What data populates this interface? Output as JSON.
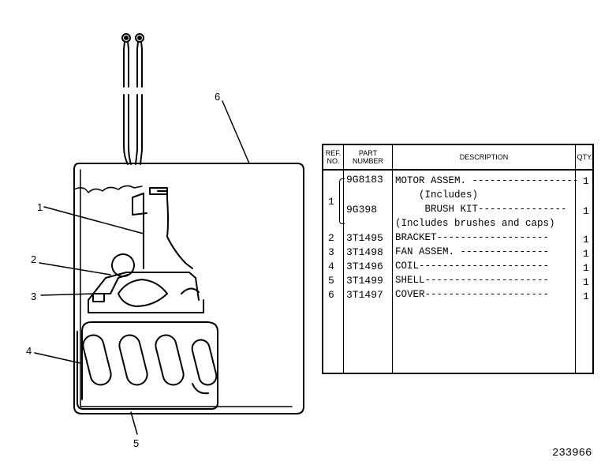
{
  "callouts": [
    "1",
    "2",
    "3",
    "4",
    "5",
    "6"
  ],
  "table": {
    "headers": {
      "ref_no": [
        "REF.",
        "NO."
      ],
      "part_number": [
        "PART",
        "NUMBER"
      ],
      "description": "DESCRIPTION",
      "qty": "QTY."
    },
    "rows": [
      {
        "ref": "",
        "part": "9G8183",
        "desc": "MOTOR ASSEM. ------------------",
        "qty": "1"
      },
      {
        "ref": "",
        "part": "",
        "desc": "    (Includes)",
        "qty": ""
      },
      {
        "ref": "1",
        "part": "9G398",
        "desc": "     BRUSH KIT---------------",
        "qty": "1"
      },
      {
        "ref": "",
        "part": "",
        "desc": "(Includes brushes and caps)",
        "qty": ""
      },
      {
        "ref": "2",
        "part": "3T1495",
        "desc": "BRACKET-------------------",
        "qty": "1"
      },
      {
        "ref": "3",
        "part": "3T1498",
        "desc": "FAN ASSEM. ---------------",
        "qty": "1"
      },
      {
        "ref": "4",
        "part": "3T1496",
        "desc": "COIL----------------------",
        "qty": "1"
      },
      {
        "ref": "5",
        "part": "3T1499",
        "desc": "SHELL---------------------",
        "qty": "1"
      },
      {
        "ref": "6",
        "part": "3T1497",
        "desc": "COVER---------------------",
        "qty": "1"
      }
    ]
  },
  "figure_number": "233966"
}
